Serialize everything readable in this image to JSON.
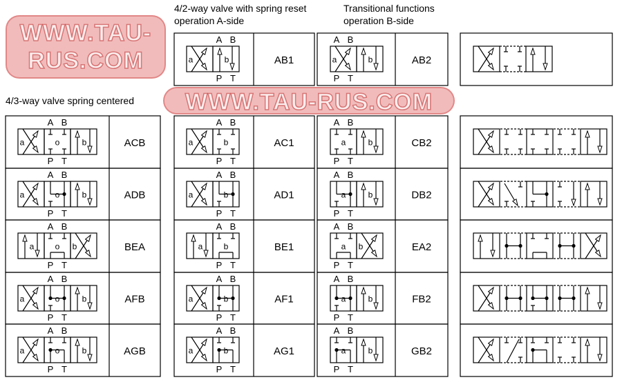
{
  "headers": {
    "two_way_line1": "4/2-way valve with spring reset",
    "two_way_line2": "operation A-side",
    "transitional_line1": "Transitional functions",
    "transitional_line2": "operation B-side",
    "three_way": "4/3-way valve spring centered"
  },
  "ports": {
    "a": "A",
    "b": "B",
    "p": "P",
    "t": "T"
  },
  "position_labels": {
    "a": "a",
    "b": "b",
    "o": "o"
  },
  "watermark": "WWW.TAU-RUS.COM",
  "top_row": [
    {
      "code": "AB1"
    },
    {
      "code": "AB2"
    }
  ],
  "grid": {
    "col1": [
      "ACB",
      "ADB",
      "BEA",
      "AFB",
      "AGB"
    ],
    "col2": [
      "AC1",
      "AD1",
      "BE1",
      "AF1",
      "AG1"
    ],
    "col3": [
      "CB2",
      "DB2",
      "EA2",
      "FB2",
      "GB2"
    ]
  },
  "spool_types": [
    "C",
    "D",
    "E",
    "F",
    "G"
  ]
}
